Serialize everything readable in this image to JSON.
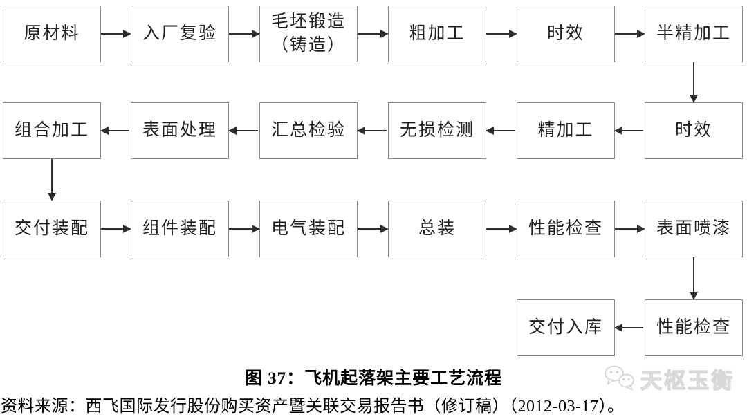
{
  "colors": {
    "box_border": "#8a8a8a",
    "arrow": "#2e2e2e",
    "text": "#212121",
    "watermark": "#d8d8d8"
  },
  "flowchart": {
    "rows": [
      {
        "flow": "right",
        "cells": [
          {
            "col": 0,
            "label": "原材料"
          },
          {
            "col": 1,
            "label": "入厂复验"
          },
          {
            "col": 2,
            "label": "毛坯锻造\n（铸造）"
          },
          {
            "col": 3,
            "label": "粗加工"
          },
          {
            "col": 4,
            "label": "时效"
          },
          {
            "col": 5,
            "label": "半精加工"
          }
        ]
      },
      {
        "flow": "left",
        "cells": [
          {
            "col": 0,
            "label": "组合加工"
          },
          {
            "col": 1,
            "label": "表面处理"
          },
          {
            "col": 2,
            "label": "汇总检验"
          },
          {
            "col": 3,
            "label": "无损检测"
          },
          {
            "col": 4,
            "label": "精加工"
          },
          {
            "col": 5,
            "label": "时效"
          }
        ]
      },
      {
        "flow": "right",
        "cells": [
          {
            "col": 0,
            "label": "交付装配"
          },
          {
            "col": 1,
            "label": "组件装配"
          },
          {
            "col": 2,
            "label": "电气装配"
          },
          {
            "col": 3,
            "label": "总装"
          },
          {
            "col": 4,
            "label": "性能检查"
          },
          {
            "col": 5,
            "label": "表面喷漆"
          }
        ]
      },
      {
        "flow": "left",
        "cells": [
          {
            "col": 4,
            "label": "交付入库"
          },
          {
            "col": 5,
            "label": "性能检查"
          }
        ]
      }
    ],
    "vertical_links": [
      {
        "row": 0,
        "col": 5
      },
      {
        "row": 1,
        "col": 0
      },
      {
        "row": 2,
        "col": 5
      }
    ]
  },
  "caption": {
    "label": "图 37：",
    "title": "飞机起落架主要工艺流程"
  },
  "source_note": "资料来源：西飞国际发行股份购买资产暨关联交易报告书（修订稿）（2012-03-17）。",
  "watermark": {
    "label": "天枢玉衡"
  }
}
